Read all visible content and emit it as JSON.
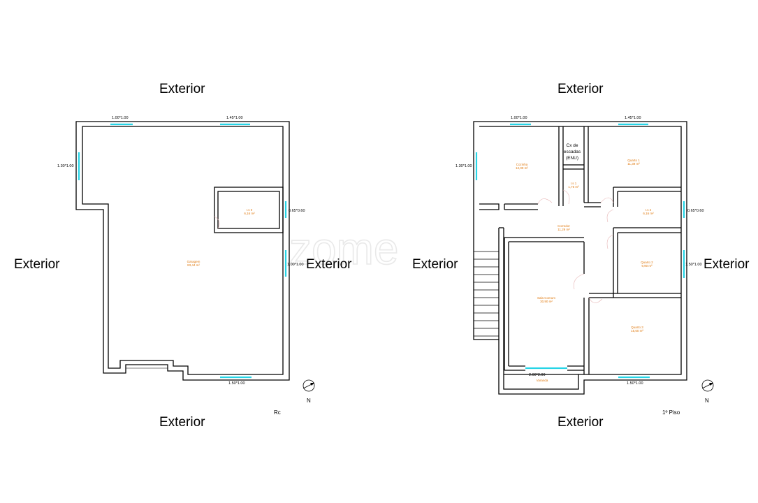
{
  "exterior_label": "Exterior",
  "watermark": "zome",
  "compass_label": "N",
  "ground_floor": {
    "floor_label": "Rc",
    "rooms": [
      {
        "name": "Garagem",
        "area": "83,44 m²"
      },
      {
        "name": "I.s 0",
        "area": "6,16 m²"
      }
    ],
    "windows": [
      {
        "dims": "1.00*1.00"
      },
      {
        "dims": "1.45*1.00"
      },
      {
        "dims": "1.30*1.00"
      },
      {
        "dims": "0.65*0.60"
      },
      {
        "dims": "1.00*1.00"
      },
      {
        "dims": "1.50*1.00"
      }
    ]
  },
  "first_floor": {
    "floor_label": "1º Piso",
    "stair_label_line1": "Cx de",
    "stair_label_line2": "escadas",
    "stair_label_line3": "(ENU)",
    "rooms": [
      {
        "name": "Cozinha",
        "area": "12,09 m²"
      },
      {
        "name": "Quarto 1",
        "area": "11,39 m²"
      },
      {
        "name": "I.s 1",
        "area": "1,75 m²"
      },
      {
        "name": "I.s 2",
        "area": "6,16 m²"
      },
      {
        "name": "Corredor",
        "area": "11,29 m²"
      },
      {
        "name": "Quarto 2",
        "area": "9,90 m²"
      },
      {
        "name": "Sala Comum",
        "area": "30,90 m²"
      },
      {
        "name": "Quarto 3",
        "area": "15,60 m²"
      },
      {
        "name": "Varanda",
        "area": ""
      }
    ],
    "windows": [
      {
        "dims": "1.00*1.00"
      },
      {
        "dims": "1.45*1.00"
      },
      {
        "dims": "1.30*1.00"
      },
      {
        "dims": "0.65*0.60"
      },
      {
        "dims": "1.50*1.00"
      },
      {
        "dims": "2.00*2.00"
      },
      {
        "dims": "1.50*1.00"
      }
    ]
  }
}
